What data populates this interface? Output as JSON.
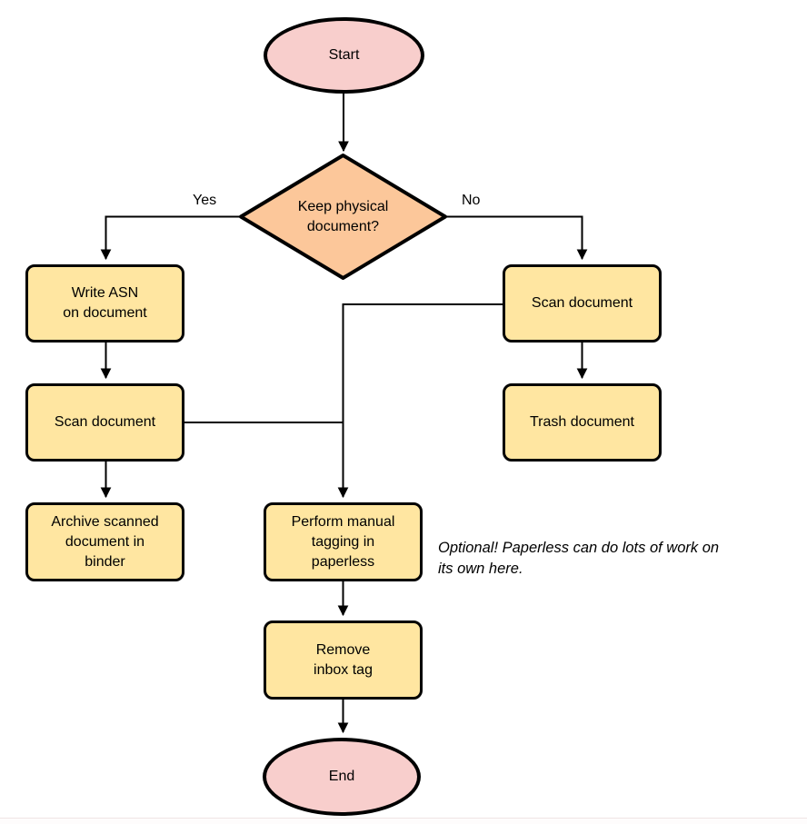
{
  "diagram": {
    "colors": {
      "terminal_fill": "#f8cecc",
      "process_fill": "#ffe6a1",
      "decision_fill": "#fcc79a",
      "stroke": "#000000",
      "background": "#ffffff"
    },
    "nodes": {
      "start": {
        "type": "terminal",
        "label": "Start"
      },
      "decision": {
        "type": "decision",
        "label": "Keep physical\ndocument?"
      },
      "write_asn": {
        "type": "process",
        "label": "Write ASN\non document"
      },
      "scan_left": {
        "type": "process",
        "label": "Scan document"
      },
      "archive": {
        "type": "process",
        "label": "Archive scanned\ndocument in\nbinder"
      },
      "scan_right": {
        "type": "process",
        "label": "Scan document"
      },
      "trash": {
        "type": "process",
        "label": "Trash document"
      },
      "tagging": {
        "type": "process",
        "label": "Perform manual\ntagging in\npaperless"
      },
      "remove_inbox": {
        "type": "process",
        "label": "Remove\ninbox tag"
      },
      "end": {
        "type": "terminal",
        "label": "End"
      }
    },
    "edge_labels": {
      "yes": "Yes",
      "no": "No"
    },
    "annotation": "Optional! Paperless can do lots of work on\nits own here."
  }
}
